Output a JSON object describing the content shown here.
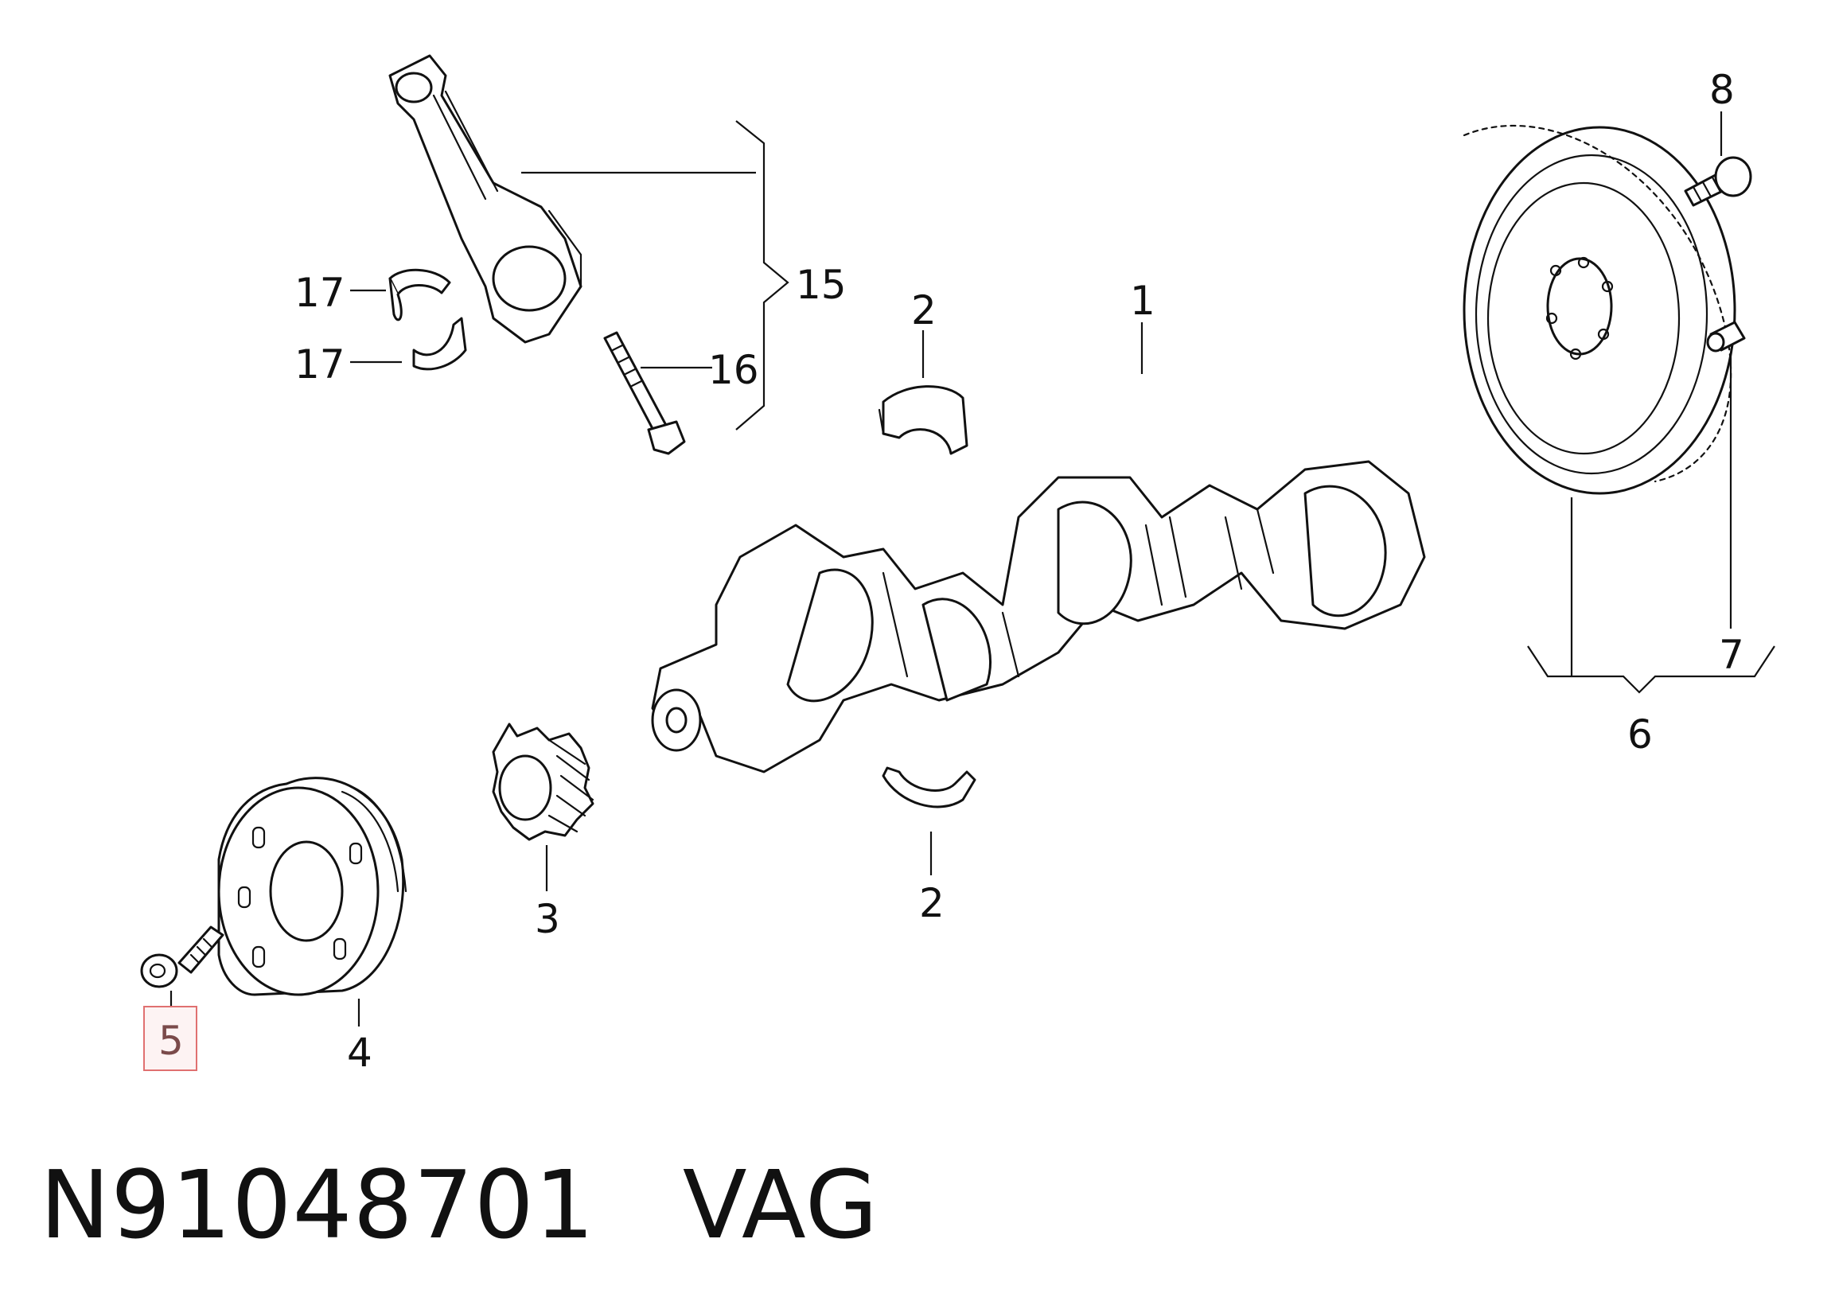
{
  "callouts": {
    "c1": "1",
    "c2_top": "2",
    "c2_bottom": "2",
    "c3": "3",
    "c4": "4",
    "c5": "5",
    "c6": "6",
    "c7": "7",
    "c8": "8",
    "c15": "15",
    "c16": "16",
    "c17_top": "17",
    "c17_bottom": "17"
  },
  "highlight_color": "#e07070",
  "footer": {
    "part_number": "N91048701",
    "brand": "VAG"
  }
}
